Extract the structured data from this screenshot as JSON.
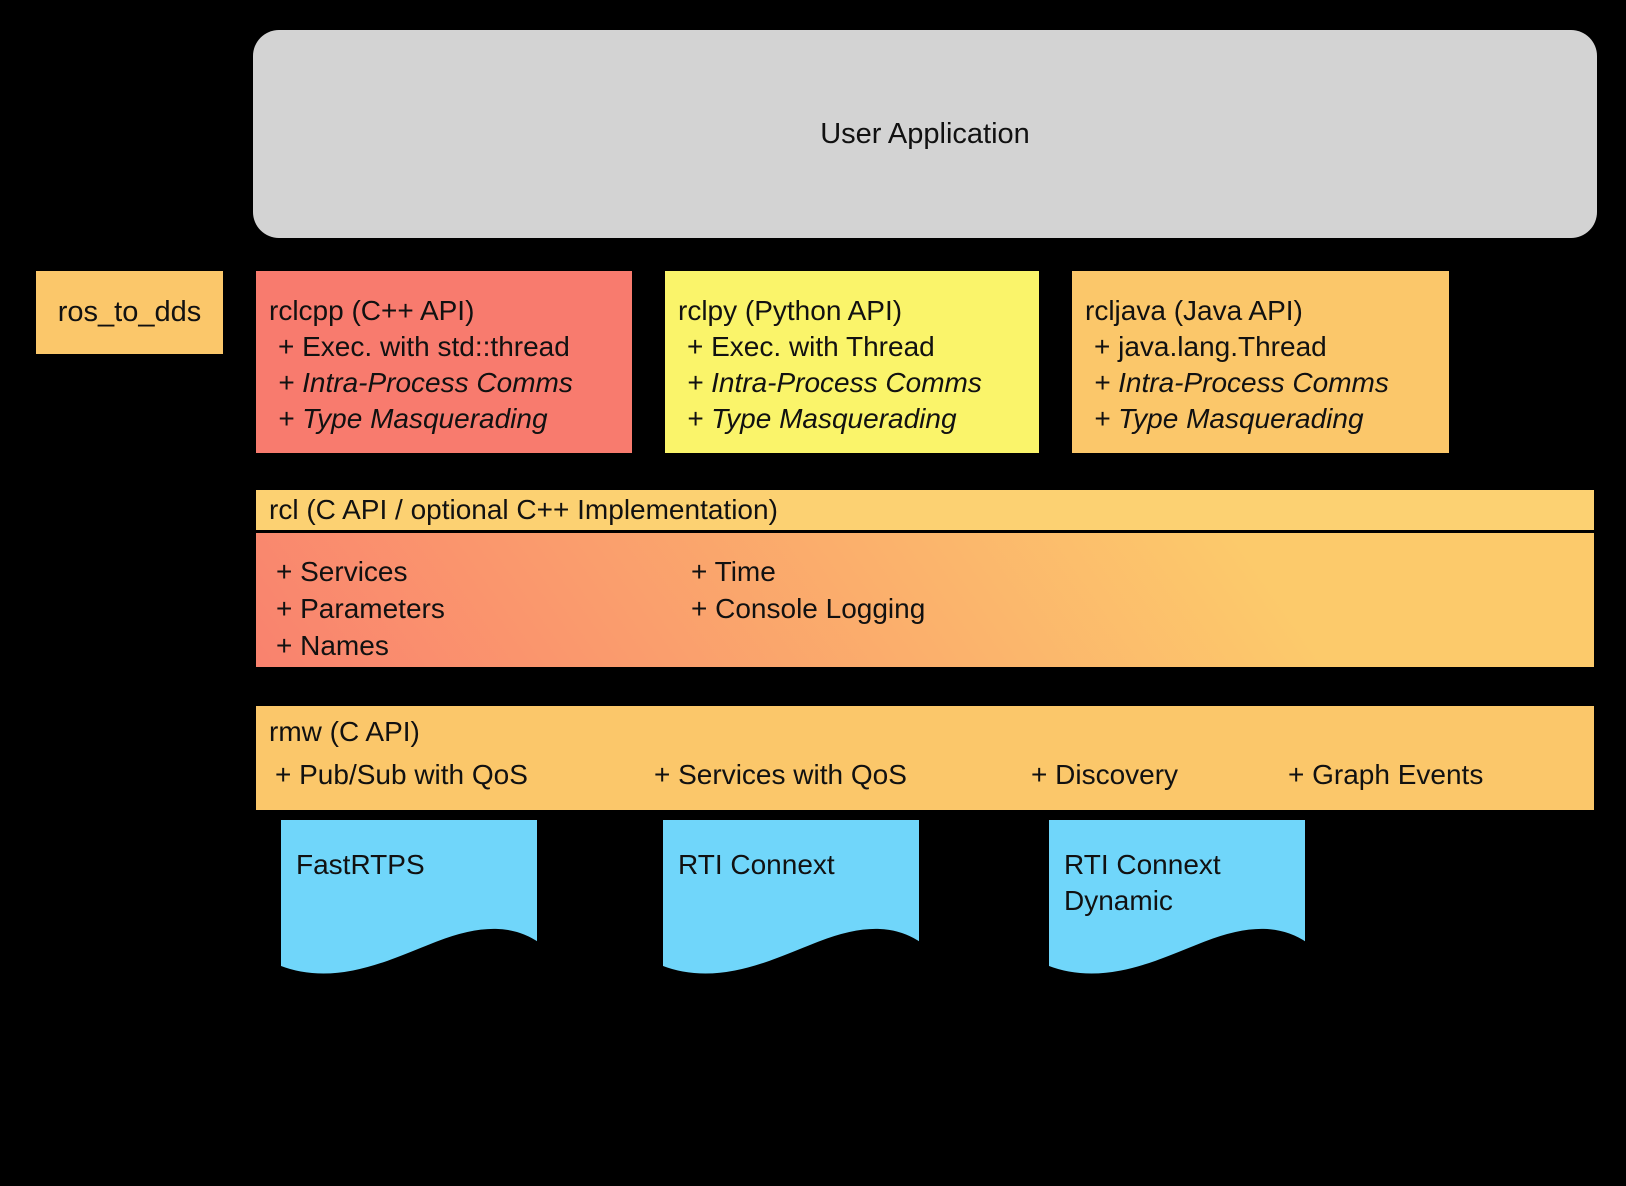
{
  "colors": {
    "bg": "#000000",
    "gray": "#d3d3d3",
    "orange": "#fbc76a",
    "orange-light": "#fcd172",
    "salmon": "#f87b6e",
    "yellow": "#faf46a",
    "blue": "#70d6fa",
    "grad-left": "#f9826e",
    "grad-right": "#fcca6b"
  },
  "user_application": {
    "label": "User Application"
  },
  "ros_to_dds": {
    "label": "ros_to_dds"
  },
  "client_libraries": [
    {
      "title": "rclcpp (C++ API)",
      "items": [
        "+ Exec. with std::thread",
        "+ Intra-Process Comms",
        "+ Type Masquerading"
      ]
    },
    {
      "title": "rclpy (Python API)",
      "items": [
        "+ Exec. with Thread",
        "+ Intra-Process Comms",
        "+ Type Masquerading"
      ]
    },
    {
      "title": "rcljava (Java API)",
      "items": [
        "+ java.lang.Thread",
        "+ Intra-Process Comms",
        "+ Type Masquerading"
      ]
    }
  ],
  "rcl": {
    "header": "rcl (C API / optional C++ Implementation)",
    "left_items": [
      "+ Services",
      "+ Parameters",
      "+ Names"
    ],
    "right_items": [
      "+ Time",
      "+ Console Logging"
    ]
  },
  "rmw": {
    "title": "rmw (C API)",
    "items": [
      "+ Pub/Sub with QoS",
      "+ Services with QoS",
      "+ Discovery",
      "+ Graph Events"
    ]
  },
  "dds_implementations": [
    {
      "label": "FastRTPS"
    },
    {
      "label": "RTI Connext"
    },
    {
      "label": "RTI Connext Dynamic"
    }
  ]
}
